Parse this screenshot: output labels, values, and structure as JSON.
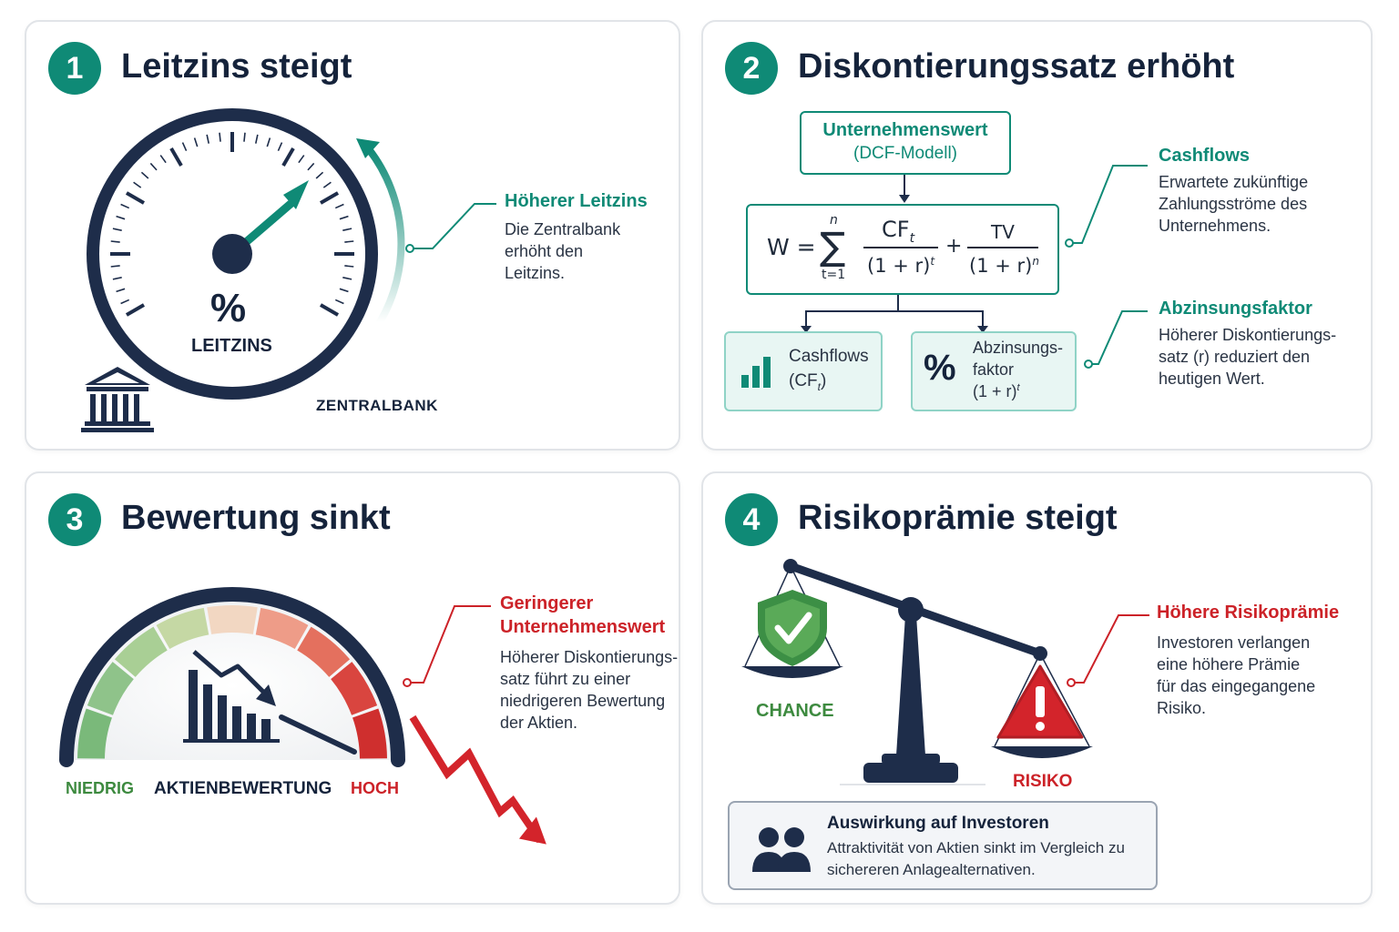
{
  "colors": {
    "teal": "#0f8a76",
    "navy": "#1e2d4a",
    "red": "#cc2228",
    "green": "#3d8a3f",
    "lightTeal": "#e8f6f3"
  },
  "panel1": {
    "number": "1",
    "title": "Leitzins steigt",
    "gauge_symbol": "%",
    "gauge_label": "LEITZINS",
    "bank_label": "ZENTRALBANK",
    "callout": {
      "heading": "Höherer Leitzins",
      "lines": [
        "Die Zentralbank",
        "erhöht den",
        "Leitzins."
      ]
    }
  },
  "panel2": {
    "number": "2",
    "title": "Diskontierungssatz erhöht",
    "top_box": {
      "line1": "Unternehmenswert",
      "line2": "(DCF-Modell)"
    },
    "formula": {
      "w": "W =",
      "sum_top": "n",
      "sum_bottom": "t=1",
      "cf": "CF",
      "cf_sub": "t",
      "den1": "(1 + r)",
      "den1_sup": "t",
      "plus": "+",
      "tv": "TV",
      "den2": "(1 + r)",
      "den2_sup": "n"
    },
    "box_cashflows": {
      "line1": "Cashflows",
      "line2": "(CF",
      "line2_sub": "t",
      "line2_end": ")"
    },
    "box_abzinsung": {
      "symbol": "%",
      "line1": "Abzinsungs-",
      "line2": "faktor",
      "line3": "(1 + r)",
      "line3_sup": "t"
    },
    "callout_cashflows": {
      "heading": "Cashflows",
      "lines": [
        "Erwartete zukünftige",
        "Zahlungsströme des",
        "Unternehmens."
      ]
    },
    "callout_abzinsung": {
      "heading": "Abzinsungsfaktor",
      "lines": [
        "Höherer Diskontierungs-",
        "satz (r) reduziert den",
        "heutigen Wert."
      ]
    }
  },
  "panel3": {
    "number": "3",
    "title": "Bewertung sinkt",
    "label_low": "NIEDRIG",
    "label_center": "AKTIENBEWERTUNG",
    "label_high": "HOCH",
    "callout": {
      "heading1": "Geringerer",
      "heading2": "Unternehmenswert",
      "lines": [
        "Höherer Diskontierungs-",
        "satz führt zu einer",
        "niedrigeren Bewertung",
        "der Aktien."
      ]
    }
  },
  "panel4": {
    "number": "4",
    "title": "Risikoprämie steigt",
    "label_chance": "CHANCE",
    "label_risk": "RISIKO",
    "callout": {
      "heading": "Höhere Risikoprämie",
      "lines": [
        "Investoren verlangen",
        "eine höhere Prämie",
        "für das eingegangene",
        "Risiko."
      ]
    },
    "investor_box": {
      "heading": "Auswirkung auf Investoren",
      "lines": [
        "Attraktivität von Aktien sinkt im Vergleich zu",
        "sichereren Anlagealternativen."
      ]
    }
  }
}
